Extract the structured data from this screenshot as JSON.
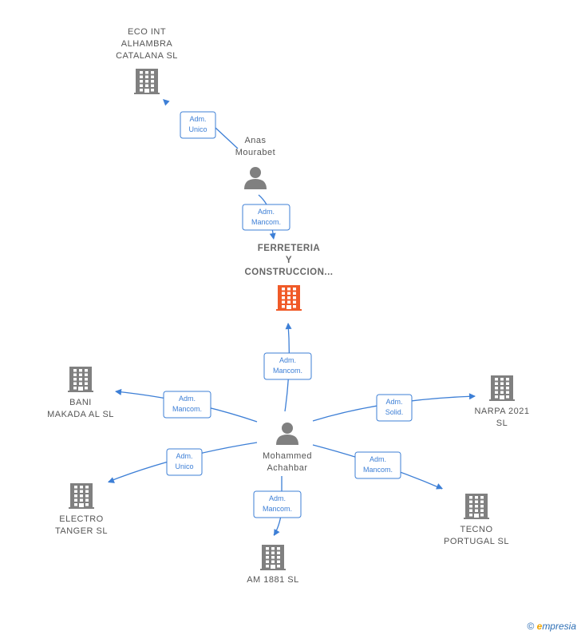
{
  "nodes": [
    {
      "id": "eco",
      "type": "company",
      "lines": [
        "ECO INT",
        "ALHAMBRA",
        "CATALANA  SL"
      ],
      "highlight": false
    },
    {
      "id": "anas",
      "type": "person",
      "lines": [
        "Anas",
        "Mourabet"
      ],
      "highlight": false
    },
    {
      "id": "ferreteria",
      "type": "company",
      "lines": [
        "FERRETERIA",
        "Y",
        "CONSTRUCCION..."
      ],
      "highlight": true
    },
    {
      "id": "mohammed",
      "type": "person",
      "lines": [
        "Mohammed",
        "Achahbar"
      ],
      "highlight": false
    },
    {
      "id": "bani",
      "type": "company",
      "lines": [
        "BANI",
        "MAKADA AL  SL"
      ],
      "highlight": false
    },
    {
      "id": "narpa",
      "type": "company",
      "lines": [
        "NARPA 2021",
        "SL"
      ],
      "highlight": false
    },
    {
      "id": "electro",
      "type": "company",
      "lines": [
        "ELECTRO",
        "TANGER  SL"
      ],
      "highlight": false
    },
    {
      "id": "tecno",
      "type": "company",
      "lines": [
        "TECNO",
        "PORTUGAL  SL"
      ],
      "highlight": false
    },
    {
      "id": "am1881",
      "type": "company",
      "lines": [
        "AM 1881  SL"
      ],
      "highlight": false
    }
  ],
  "edges": [
    {
      "from": "anas",
      "to": "eco",
      "role": [
        "Adm.",
        "Unico"
      ]
    },
    {
      "from": "anas",
      "to": "ferreteria",
      "role": [
        "Adm.",
        "Mancom."
      ]
    },
    {
      "from": "mohammed",
      "to": "ferreteria",
      "role": [
        "Adm.",
        "Mancom."
      ]
    },
    {
      "from": "mohammed",
      "to": "bani",
      "role": [
        "Adm.",
        "Mancom."
      ]
    },
    {
      "from": "mohammed",
      "to": "narpa",
      "role": [
        "Adm.",
        "Solid."
      ]
    },
    {
      "from": "mohammed",
      "to": "electro",
      "role": [
        "Adm.",
        "Unico"
      ]
    },
    {
      "from": "mohammed",
      "to": "tecno",
      "role": [
        "Adm.",
        "Mancom."
      ]
    },
    {
      "from": "mohammed",
      "to": "am1881",
      "role": [
        "Adm.",
        "Mancom."
      ]
    }
  ],
  "colors": {
    "company": "#808080",
    "company_highlight": "#f05a28",
    "person": "#808080",
    "edge": "#3d7fd6"
  },
  "footer": {
    "copyright": "©",
    "brand_initial": "e",
    "brand_rest": "mpresia"
  }
}
